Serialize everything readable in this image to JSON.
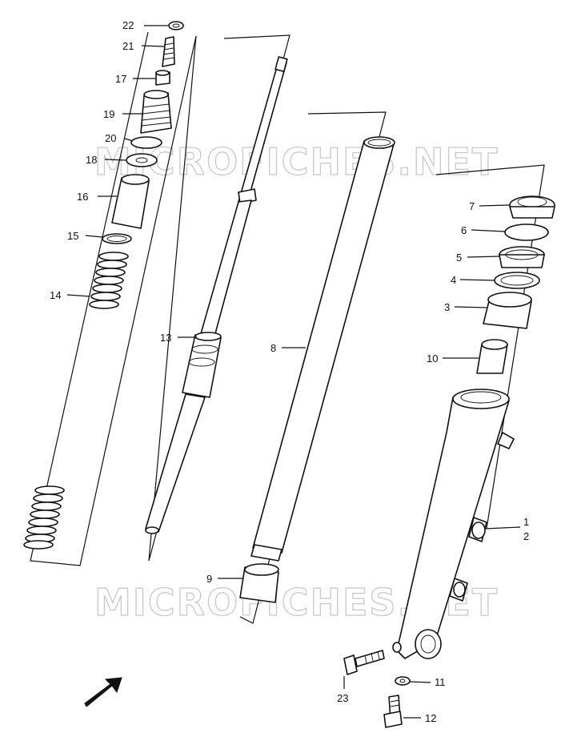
{
  "watermark": "MICROFICHES.NET",
  "direction_label": "FWD",
  "part_numbers": {
    "p1": "1",
    "p2": "2",
    "p3": "3",
    "p4": "4",
    "p5": "5",
    "p6": "6",
    "p7": "7",
    "p8": "8",
    "p9": "9",
    "p10": "10",
    "p11": "11",
    "p12": "12",
    "p13": "13",
    "p14": "14",
    "p15": "15",
    "p16": "16",
    "p17": "17",
    "p18": "18",
    "p19": "19",
    "p20": "20",
    "p21": "21",
    "p22": "22",
    "p23": "23"
  }
}
